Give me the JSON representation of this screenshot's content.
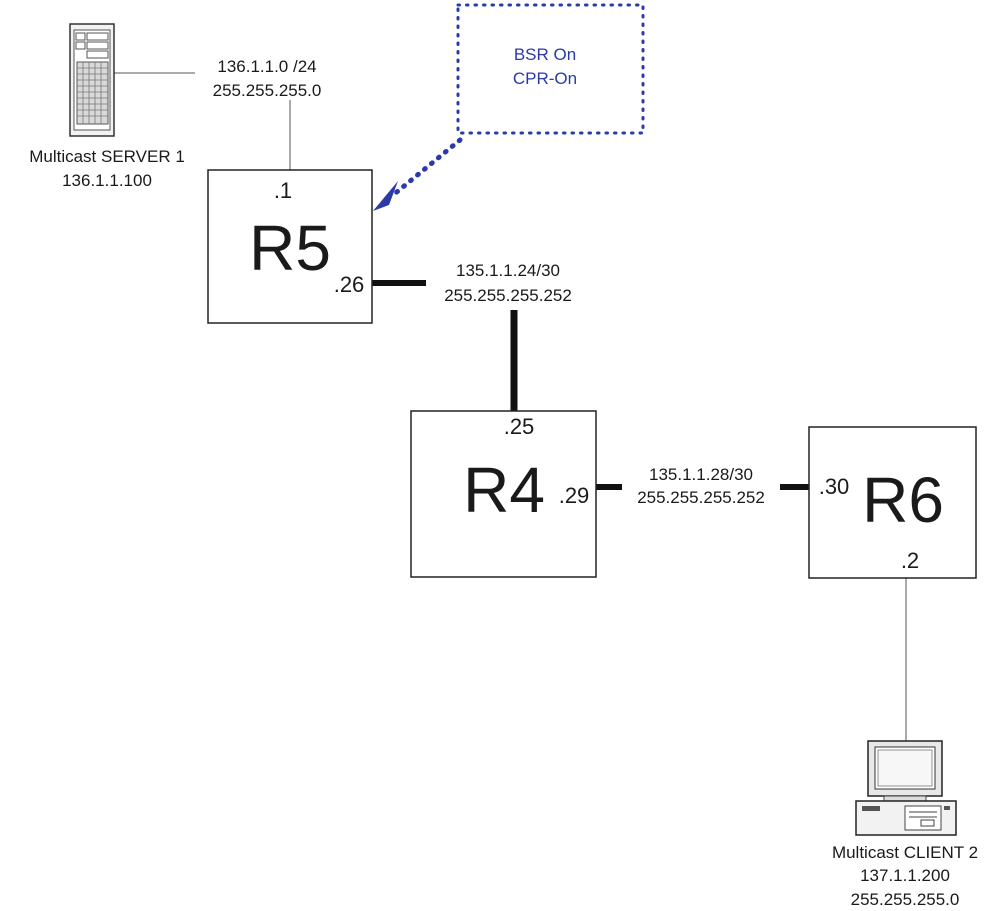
{
  "callout": {
    "line1": "BSR On",
    "line2": "CPR-On",
    "color": "#2b3aa8"
  },
  "server": {
    "icon": "tower-server-icon",
    "name": "Multicast SERVER 1",
    "ip": "136.1.1.100"
  },
  "client": {
    "icon": "desktop-computer-icon",
    "name": "Multicast CLIENT 2",
    "ip": "137.1.1.200",
    "mask": "255.255.255.0"
  },
  "links": {
    "server_lan": {
      "subnet": "136.1.1.0 /24",
      "mask": "255.255.255.0"
    },
    "r5_r4": {
      "subnet": "135.1.1.24/30",
      "mask": "255.255.255.252"
    },
    "r4_r6": {
      "subnet": "135.1.1.28/30",
      "mask": "255.255.255.252"
    }
  },
  "routers": {
    "r5": {
      "name": "R5",
      "if_lan": ".1",
      "if_serial": ".26"
    },
    "r4": {
      "name": "R4",
      "if_up": ".25",
      "if_right": ".29"
    },
    "r6": {
      "name": "R6",
      "if_left": ".30",
      "if_lan": ".2"
    }
  }
}
